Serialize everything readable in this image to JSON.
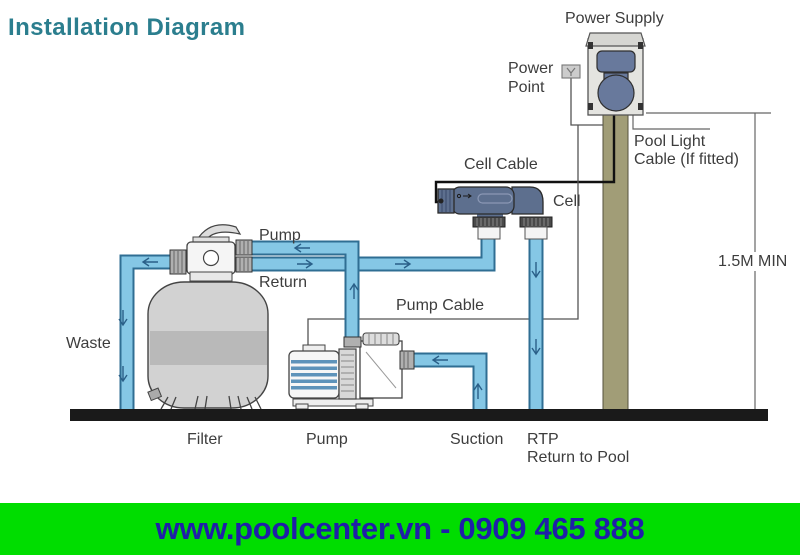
{
  "title": "Installation Diagram",
  "labels": {
    "power_supply": "Power Supply",
    "power_point_line1": "Power",
    "power_point_line2": "Point",
    "cell_cable": "Cell Cable",
    "cell": "Cell",
    "pool_light_line1": "Pool Light",
    "pool_light_line2": "Cable (If fitted)",
    "min_height": "1.5M MIN",
    "pump_top": "Pump",
    "return": "Return",
    "pump_cable": "Pump Cable",
    "waste": "Waste",
    "filter": "Filter",
    "pump_bottom": "Pump",
    "suction": "Suction",
    "rtp": "RTP",
    "rtp_sub": "Return to Pool"
  },
  "banner": {
    "text": "www.poolcenter.vn - 0909 465 888",
    "bg_color": "#00dd00",
    "text_color": "#1f1fa8"
  },
  "colors": {
    "accent_teal": "#2b7e8e",
    "pipe_fill": "#85c7e5",
    "pipe_stroke": "#2f6e93",
    "arrow": "#2a5f88",
    "cell_body": "#5d6f8e",
    "panel_blue": "#68799c",
    "post_olive": "#a19d77",
    "tank_gray": "#d2d2d2",
    "tank_band": "#b9b9b9",
    "ground": "#1a1a1a",
    "cable_black": "#111111",
    "cable_thin": "#555555"
  }
}
